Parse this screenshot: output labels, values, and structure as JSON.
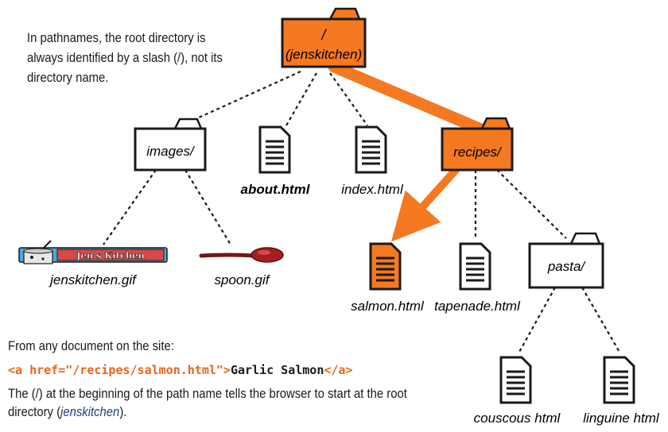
{
  "intro": {
    "text": "In pathnames, the root directory is always identified by a slash (/), not its directory name."
  },
  "root": {
    "slash": "/",
    "name": "(jenskitchen)"
  },
  "folders": {
    "images": "images/",
    "recipes": "recipes/",
    "pasta": "pasta/"
  },
  "files": {
    "about": "about.html",
    "index": "index.html",
    "salmon": "salmon.html",
    "tapenade": "tapenade.html",
    "couscous": "couscous html",
    "linguine": "linguine html",
    "jenskitchen_gif": "jenskitchen.gif",
    "spoon_gif": "spoon.gif"
  },
  "logo": {
    "text": "Jen's Kitchen"
  },
  "bottom": {
    "line1": "From any document on the site:",
    "code_open": "<a href=\"/recipes/salmon.html\">",
    "code_text": "Garlic Salmon",
    "code_close": "</a>",
    "explain_prefix": "The (/) at the beginning of the path name tells the browser to start at the root directory (",
    "explain_root": "jenskitchen",
    "explain_suffix": ")."
  },
  "colors": {
    "highlight": "#f47920",
    "outline": "#1a1a1a",
    "code_tag": "#e8651a",
    "root_name": "#1e3f7a"
  }
}
